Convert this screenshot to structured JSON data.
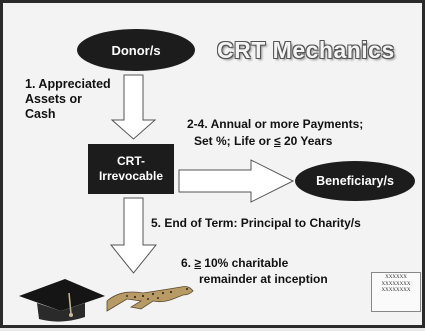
{
  "slide": {
    "title": "CRT Mechanics",
    "donor": "Donor/s",
    "step1": "1. Appreciated\nAssets or\nCash",
    "crt_box": "CRT-\nIrrevocable",
    "step2_line1": "2-4. Annual or more Payments;",
    "step2_line2_a": "Set %; Life or ",
    "step2_line2_le": "≤",
    "step2_line2_b": " 20 Years",
    "beneficiary": "Beneficiary/s",
    "step5": "5. End of Term: Principal to Charity/s",
    "step6_prefix": "6. ",
    "step6_ge": "≥",
    "step6_line1_rest": " 10% charitable",
    "step6_line2": "remainder at inception",
    "logo_text": "XXXXXX\nXXXXXXXX\nXXXXXXXX"
  },
  "colors": {
    "dark": "#1c1c1c",
    "background": "#f3f3f3",
    "arrow_fill": "#ffffff"
  },
  "icons": [
    "graduation-cap-icon",
    "cheetah-icon"
  ]
}
